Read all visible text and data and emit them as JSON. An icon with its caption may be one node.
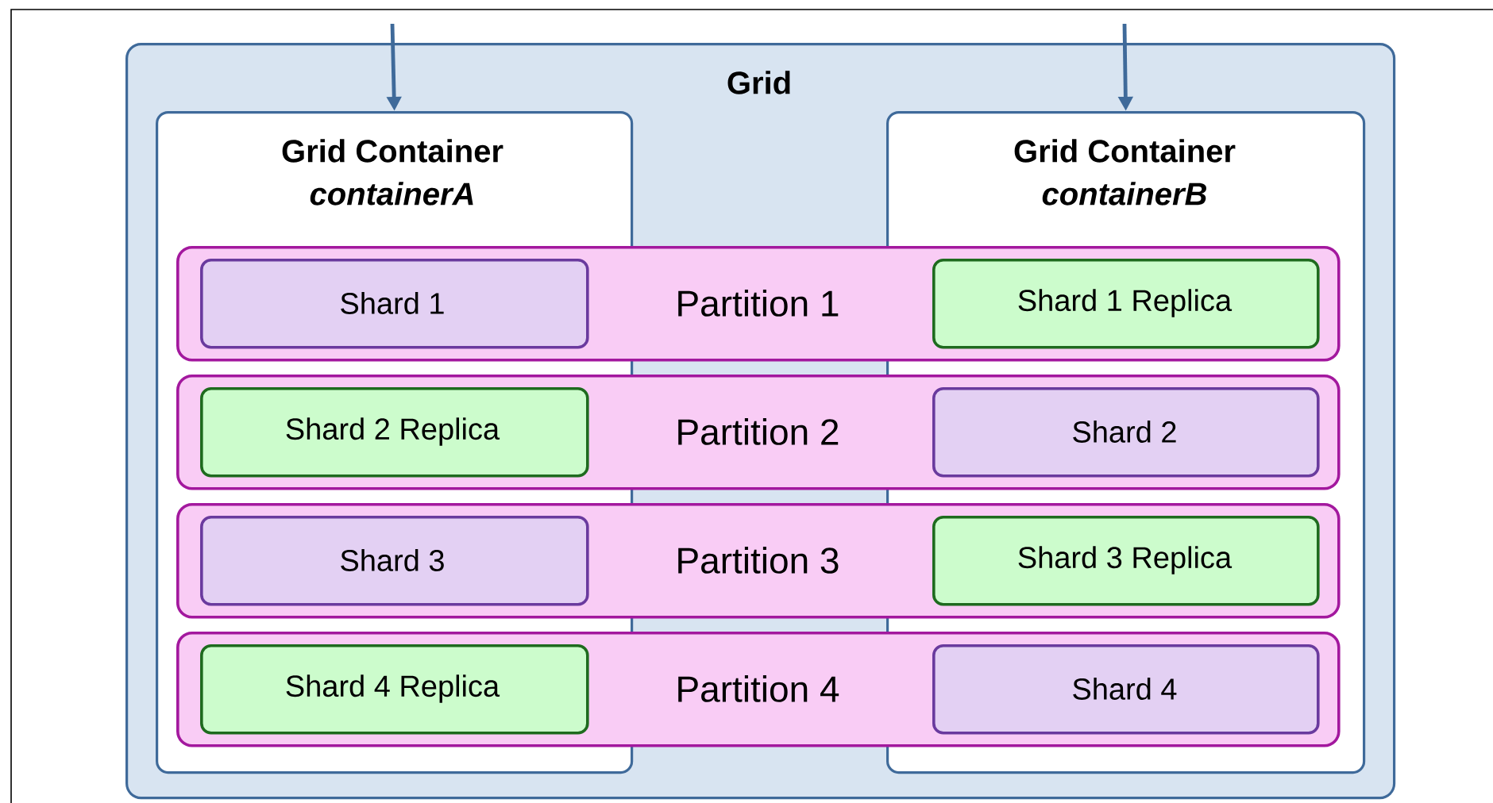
{
  "diagram": {
    "nodes": [
      {
        "text": [
          "Grid"
        ]
      },
      {
        "text": [
          "Grid Container",
          "containerA"
        ],
        "in": 0
      },
      {
        "text": [
          "Grid Container",
          "containerB"
        ],
        "in": 0
      },
      {
        "text": [
          "Partition 1"
        ],
        "in": 0
      },
      {
        "text": [
          "Shard 1"
        ]
      },
      {
        "text": [
          "Shard 1 Replica"
        ]
      },
      {
        "text": [
          "Partition 2"
        ],
        "in": 0
      },
      {
        "text": [
          "Shard 2 Replica"
        ]
      },
      {
        "text": [
          "Shard 2"
        ]
      },
      {
        "text": [
          "Partition 3"
        ],
        "in": 0
      },
      {
        "text": [
          "Shard 3"
        ]
      },
      {
        "text": [
          "Shard 3 Replica"
        ]
      },
      {
        "text": [
          "Partition 4"
        ],
        "in": 0
      },
      {
        "text": [
          "Shard 4 Replica"
        ]
      },
      {
        "text": [
          "Shard 4"
        ]
      }
    ],
    "edges": [
      {
        "from": null,
        "to": 1,
        "arrow": "to"
      },
      {
        "from": null,
        "to": 2,
        "arrow": "to"
      }
    ]
  }
}
